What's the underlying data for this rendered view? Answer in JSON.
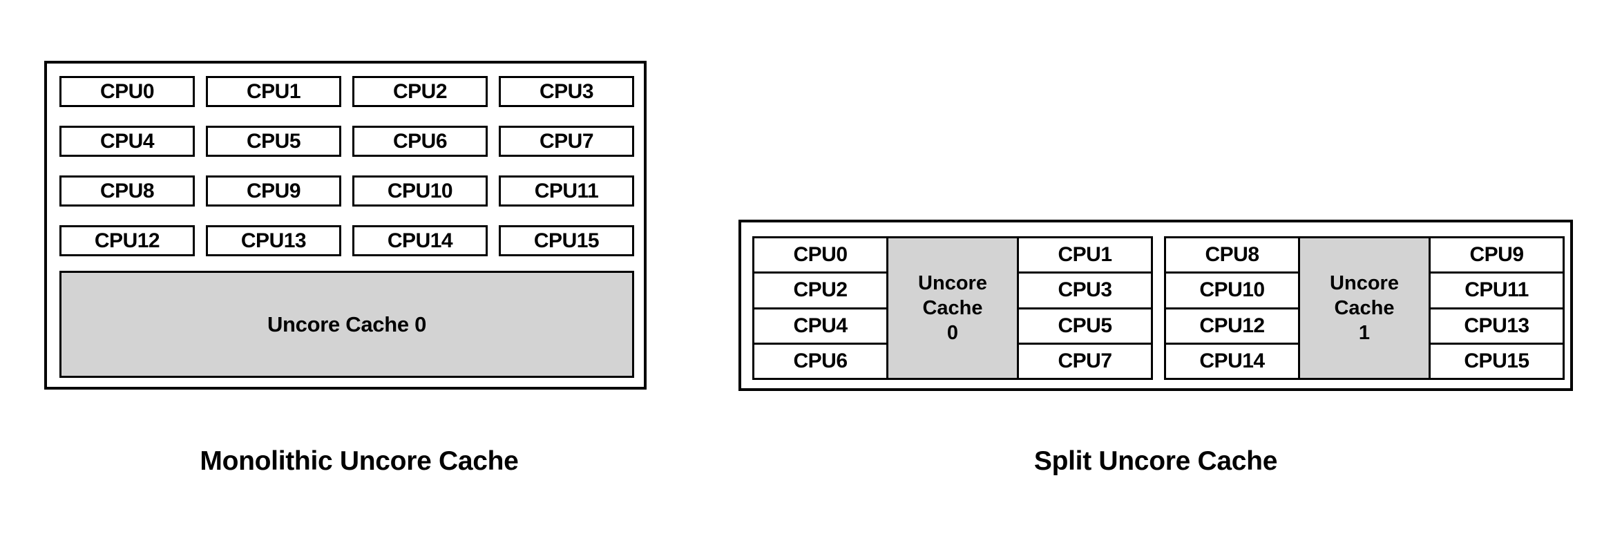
{
  "figures": [
    {
      "id": "monolithic",
      "caption": "Monolithic Uncore Cache",
      "layout": "grid-4x4-with-shared-cache",
      "cpus": [
        "CPU0",
        "CPU1",
        "CPU2",
        "CPU3",
        "CPU4",
        "CPU5",
        "CPU6",
        "CPU7",
        "CPU8",
        "CPU9",
        "CPU10",
        "CPU11",
        "CPU12",
        "CPU13",
        "CPU14",
        "CPU15"
      ],
      "cache": {
        "label": "Uncore Cache 0",
        "index": "0"
      }
    },
    {
      "id": "split",
      "caption": "Split Uncore Cache",
      "layout": "two-groups-each-with-own-cache",
      "groups": [
        {
          "id": "group-0",
          "left_column": [
            "CPU0",
            "CPU2",
            "CPU4",
            "CPU6"
          ],
          "right_column": [
            "CPU1",
            "CPU3",
            "CPU5",
            "CPU7"
          ],
          "cache": {
            "line1": "Uncore",
            "line2": "Cache",
            "line3": "0"
          }
        },
        {
          "id": "group-1",
          "left_column": [
            "CPU8",
            "CPU10",
            "CPU12",
            "CPU14"
          ],
          "right_column": [
            "CPU9",
            "CPU11",
            "CPU13",
            "CPU15"
          ],
          "cache": {
            "line1": "Uncore",
            "line2": "Cache",
            "line3": "1"
          }
        }
      ]
    }
  ],
  "colors": {
    "background": "#ffffff",
    "stroke": "#000000",
    "cache_fill": "#d3d3d3",
    "cpu_fill": "#ffffff",
    "text": "#000000"
  }
}
